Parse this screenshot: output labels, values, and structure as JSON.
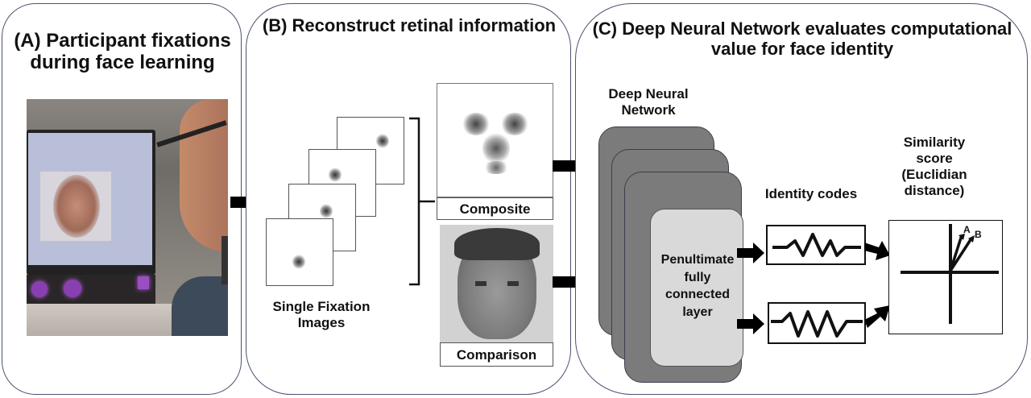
{
  "panels": {
    "a": {
      "title": "(A) Participant fixations during face learning",
      "photo_description": "participant-viewing-face-on-eye-tracker-monitor"
    },
    "b": {
      "title": "(B) Reconstruct retinal information",
      "single_fixation_label": "Single Fixation Images",
      "composite_label": "Composite",
      "comparison_label": "Comparison",
      "fixation_image_count": 4
    },
    "c": {
      "title": "(C) Deep Neural Network evaluates computational value for face identity",
      "dnn_label": "Deep Neural Network",
      "layer_label": "Penultimate fully connected layer",
      "identity_codes_label": "Identity codes",
      "similarity_label": "Similarity score (Euclidian distance)",
      "vector_a_label": "A",
      "vector_b_label": "B"
    }
  },
  "colors": {
    "panel_border": "#4a5470",
    "dnn_layer_fill": "#7b7b7b",
    "penultimate_fill": "#d9d9d9",
    "arrow": "#000000"
  }
}
